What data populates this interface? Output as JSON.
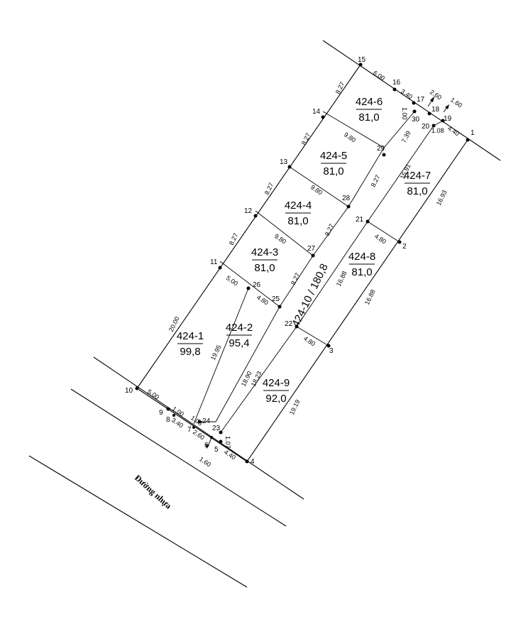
{
  "road_label": "Đường nhựa",
  "points": [
    {
      "id": "1",
      "label": "1"
    },
    {
      "id": "2",
      "label": "2"
    },
    {
      "id": "3",
      "label": "3"
    },
    {
      "id": "4",
      "label": "4"
    },
    {
      "id": "5",
      "label": "5"
    },
    {
      "id": "6",
      "label": "6"
    },
    {
      "id": "7",
      "label": "7"
    },
    {
      "id": "8",
      "label": "8"
    },
    {
      "id": "9",
      "label": "9"
    },
    {
      "id": "10",
      "label": "10"
    },
    {
      "id": "11",
      "label": "11"
    },
    {
      "id": "12",
      "label": "12"
    },
    {
      "id": "13",
      "label": "13"
    },
    {
      "id": "14",
      "label": "14"
    },
    {
      "id": "15",
      "label": "15"
    },
    {
      "id": "16",
      "label": "16"
    },
    {
      "id": "17",
      "label": "17"
    },
    {
      "id": "18",
      "label": "18"
    },
    {
      "id": "19",
      "label": "19"
    },
    {
      "id": "20",
      "label": "20"
    },
    {
      "id": "21",
      "label": "21"
    },
    {
      "id": "22",
      "label": "22"
    },
    {
      "id": "23",
      "label": "23"
    },
    {
      "id": "24",
      "label": "24"
    },
    {
      "id": "25",
      "label": "25"
    },
    {
      "id": "26",
      "label": "26"
    },
    {
      "id": "27",
      "label": "27"
    },
    {
      "id": "28",
      "label": "28"
    },
    {
      "id": "29",
      "label": "29"
    },
    {
      "id": "30",
      "label": "30"
    }
  ],
  "lots": [
    {
      "id": "424-6",
      "area": "81,0"
    },
    {
      "id": "424-5",
      "area": "81,0"
    },
    {
      "id": "424-4",
      "area": "81,0"
    },
    {
      "id": "424-3",
      "area": "81,0"
    },
    {
      "id": "424-1",
      "area": "99,8"
    },
    {
      "id": "424-2",
      "area": "95,4"
    },
    {
      "id": "424-7",
      "area": "81,0"
    },
    {
      "id": "424-8",
      "area": "81,0"
    },
    {
      "id": "424-9",
      "area": "92,0"
    }
  ],
  "lot_10_label": "424-10 / 180,8",
  "dimensions": [
    "6.00",
    "3.40",
    "2.60",
    "1.60",
    "4.40",
    "1.00",
    "1.08",
    "8.27",
    "8.27",
    "8.27",
    "8.27",
    "20.00",
    "9.80",
    "9.80",
    "9.80",
    "5.00",
    "4.80",
    "7.39",
    "8.27",
    "8.27",
    "8.27",
    "15.91",
    "16.88",
    "18.90",
    "18.23",
    "16.93",
    "16.88",
    "19.19",
    "4.80",
    "4.80",
    "5.00",
    "1.00",
    "1.08",
    "3.40",
    "2.60",
    "1.60",
    "4.40",
    "1.07",
    "19.95"
  ]
}
